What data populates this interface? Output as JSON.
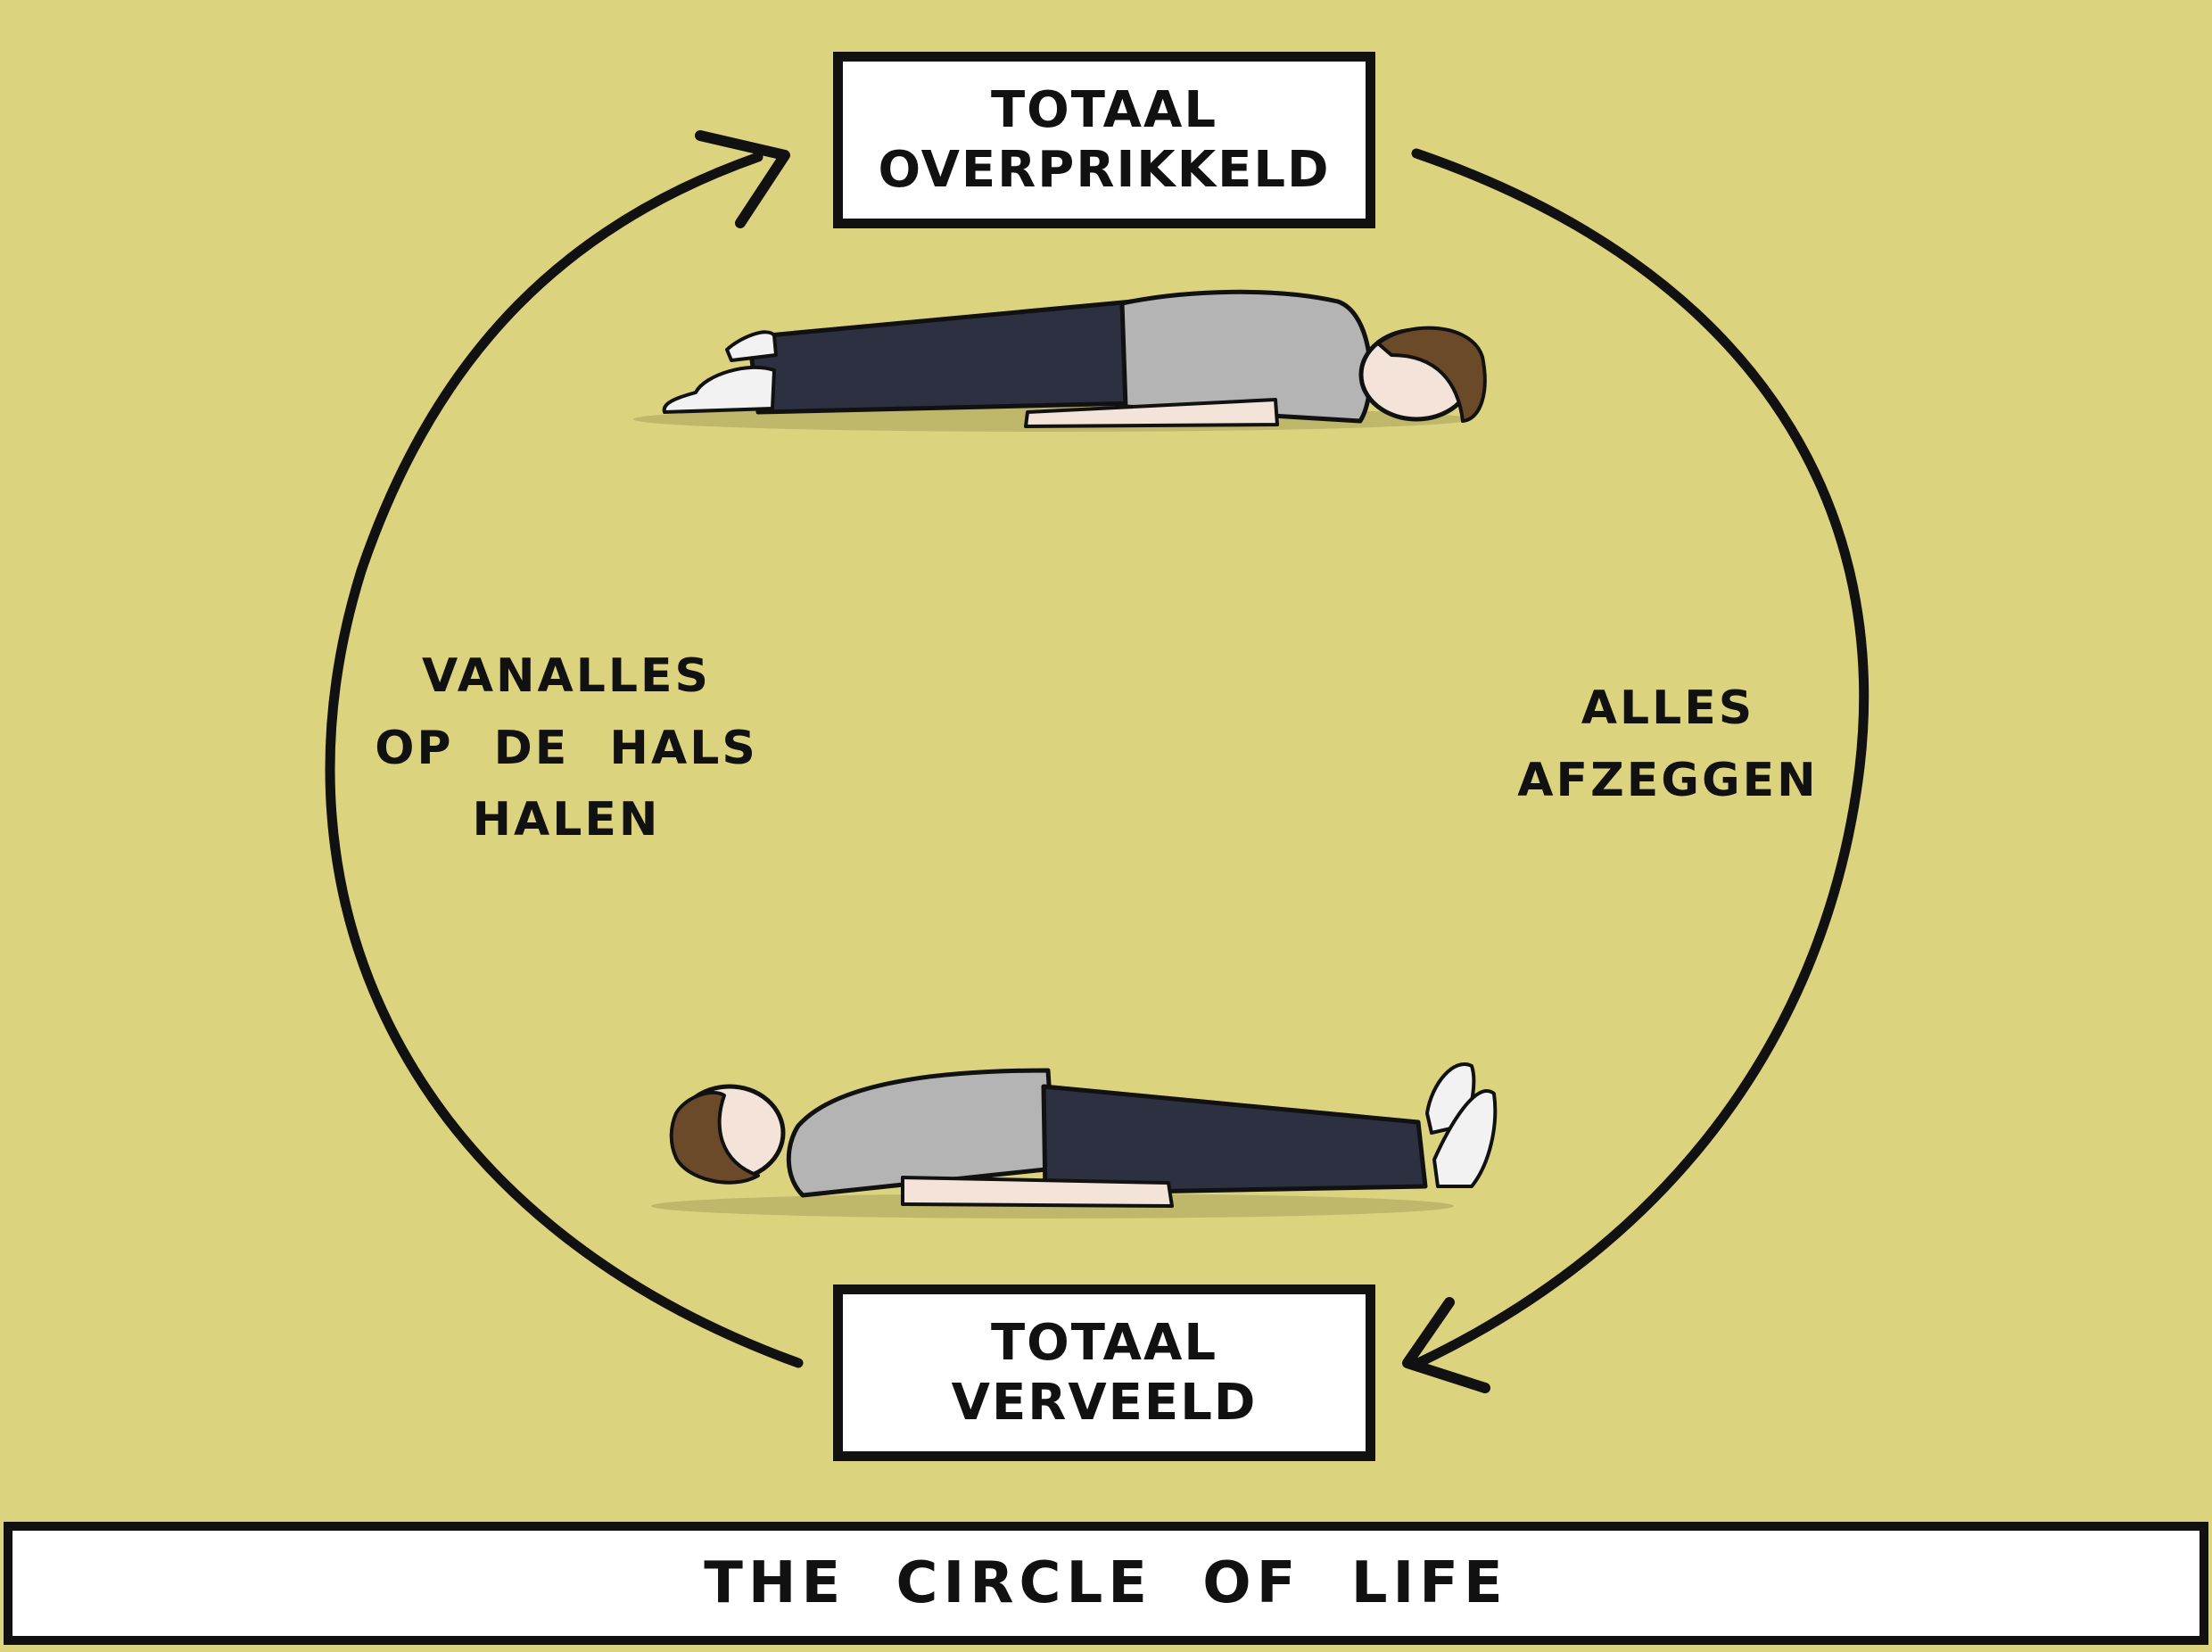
{
  "background_color": "#dcd37f",
  "box_top": {
    "lines": [
      "TOTAAL",
      "OVERPRIKKELD"
    ]
  },
  "box_bottom": {
    "lines": [
      "TOTAAL",
      "VERVEELD"
    ]
  },
  "label_left": {
    "lines": [
      "VANALLES",
      "OP DE HALS",
      "HALEN"
    ]
  },
  "label_right": {
    "lines": [
      "ALLES",
      "AFZEGGEN"
    ]
  },
  "footer": {
    "title": "THE CIRCLE OF LIFE"
  },
  "colors": {
    "ink": "#111111",
    "shirt": "#b4b4b4",
    "pants": "#2c3040",
    "hair": "#6b4a2a",
    "skin": "#f3e3d8",
    "shoes": "#f2f2f2",
    "floor_shadow": "#a7a05a"
  },
  "icons": [
    "arrow-head-top-icon",
    "arrow-head-bottom-icon"
  ]
}
